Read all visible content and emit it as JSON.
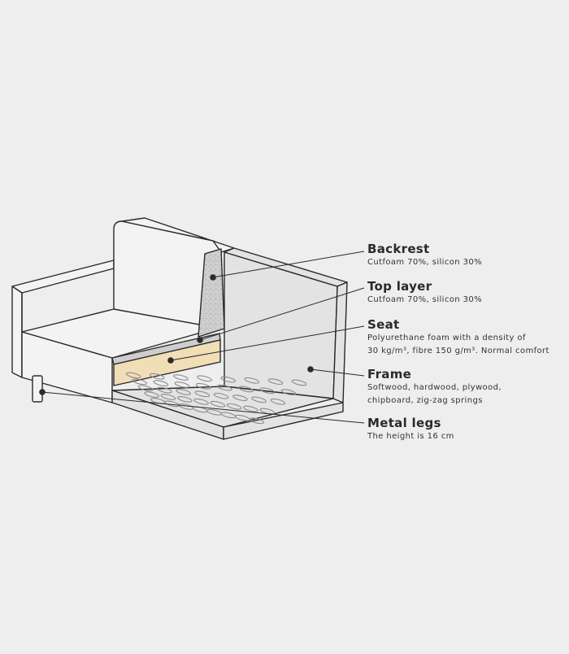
{
  "colors": {
    "background": "#efeeee",
    "outline": "#2a2a2a",
    "cushion_fill": "#f4f3f3",
    "frame_fill": "#e4e3e3",
    "foam_fill": "#c9c8c8",
    "seat_fill": "#f1ddb6",
    "spring_stroke": "#8b8b8b"
  },
  "labels": [
    {
      "id": "backrest",
      "title": "Backrest",
      "desc": "Cutfoam 70%, silicon 30%"
    },
    {
      "id": "top-layer",
      "title": "Top layer",
      "desc": "Cutfoam 70%, silicon 30%"
    },
    {
      "id": "seat",
      "title": "Seat",
      "desc": "Polyurethane foam with a density of\n30 kg/m³, fibre 150 g/m³. Normal comfort"
    },
    {
      "id": "frame",
      "title": "Frame",
      "desc": "Softwood, hardwood, plywood,\nchipboard, zig-zag springs"
    },
    {
      "id": "metal-legs",
      "title": "Metal legs",
      "desc": "The height is 16 cm"
    }
  ]
}
